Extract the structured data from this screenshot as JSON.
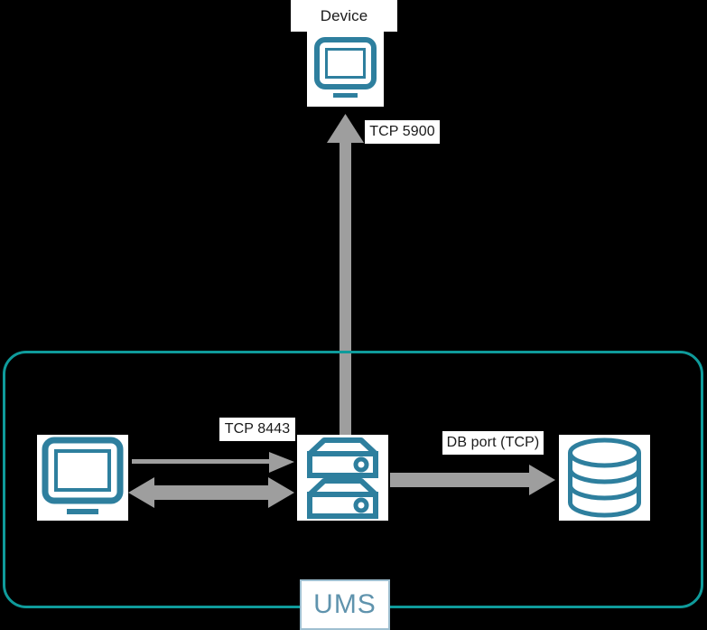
{
  "diagram": {
    "title_label": "Device",
    "background_color": "#000000",
    "accent_color": "#2e7f9e",
    "boundary_color": "#0f9b9b",
    "arrow_color": "#9e9e9e",
    "badge_text_color": "#5f93ad"
  },
  "nodes": {
    "device": {
      "label": "Device",
      "icon": "monitor-icon"
    },
    "client": {
      "label": "",
      "icon": "monitor-icon"
    },
    "server": {
      "label": "",
      "icon": "server-icon"
    },
    "database": {
      "label": "",
      "icon": "database-icon"
    },
    "boundary": {
      "label": "UMS"
    }
  },
  "connections": [
    {
      "name": "server-to-device",
      "label": "TCP 5900",
      "direction": "up",
      "style": "thick"
    },
    {
      "name": "client-to-server-request",
      "label": "TCP 8443",
      "direction": "right",
      "style": "thin"
    },
    {
      "name": "client-server-bidirectional",
      "label": "",
      "direction": "both",
      "style": "thick"
    },
    {
      "name": "server-to-database",
      "label": "DB port (TCP)",
      "direction": "right",
      "style": "thick"
    }
  ]
}
